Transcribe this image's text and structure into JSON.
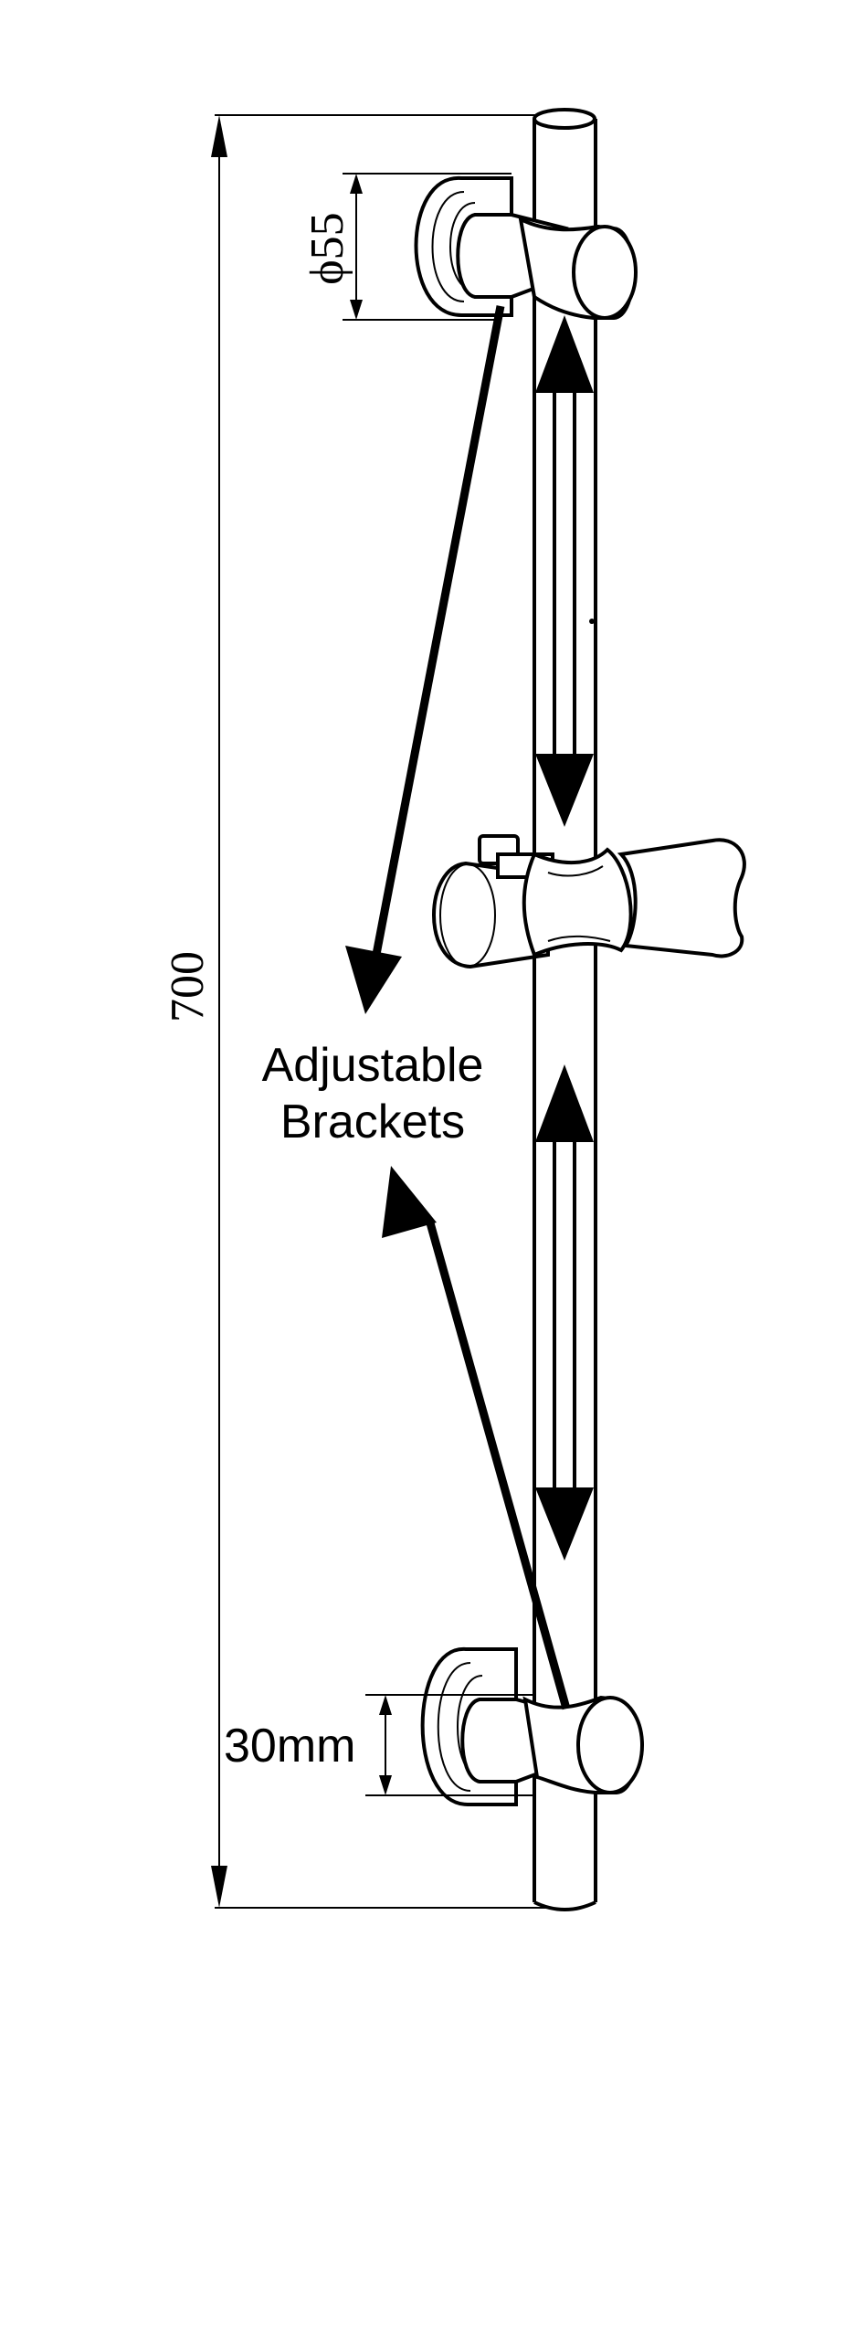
{
  "dimensions": {
    "overall_length": "700",
    "bracket_diameter": "ϕ55",
    "bracket_width": "30mm"
  },
  "callout": {
    "line1": "Adjustable",
    "line2": "Brackets"
  },
  "colors": {
    "ink": "#000000",
    "background": "#ffffff"
  }
}
